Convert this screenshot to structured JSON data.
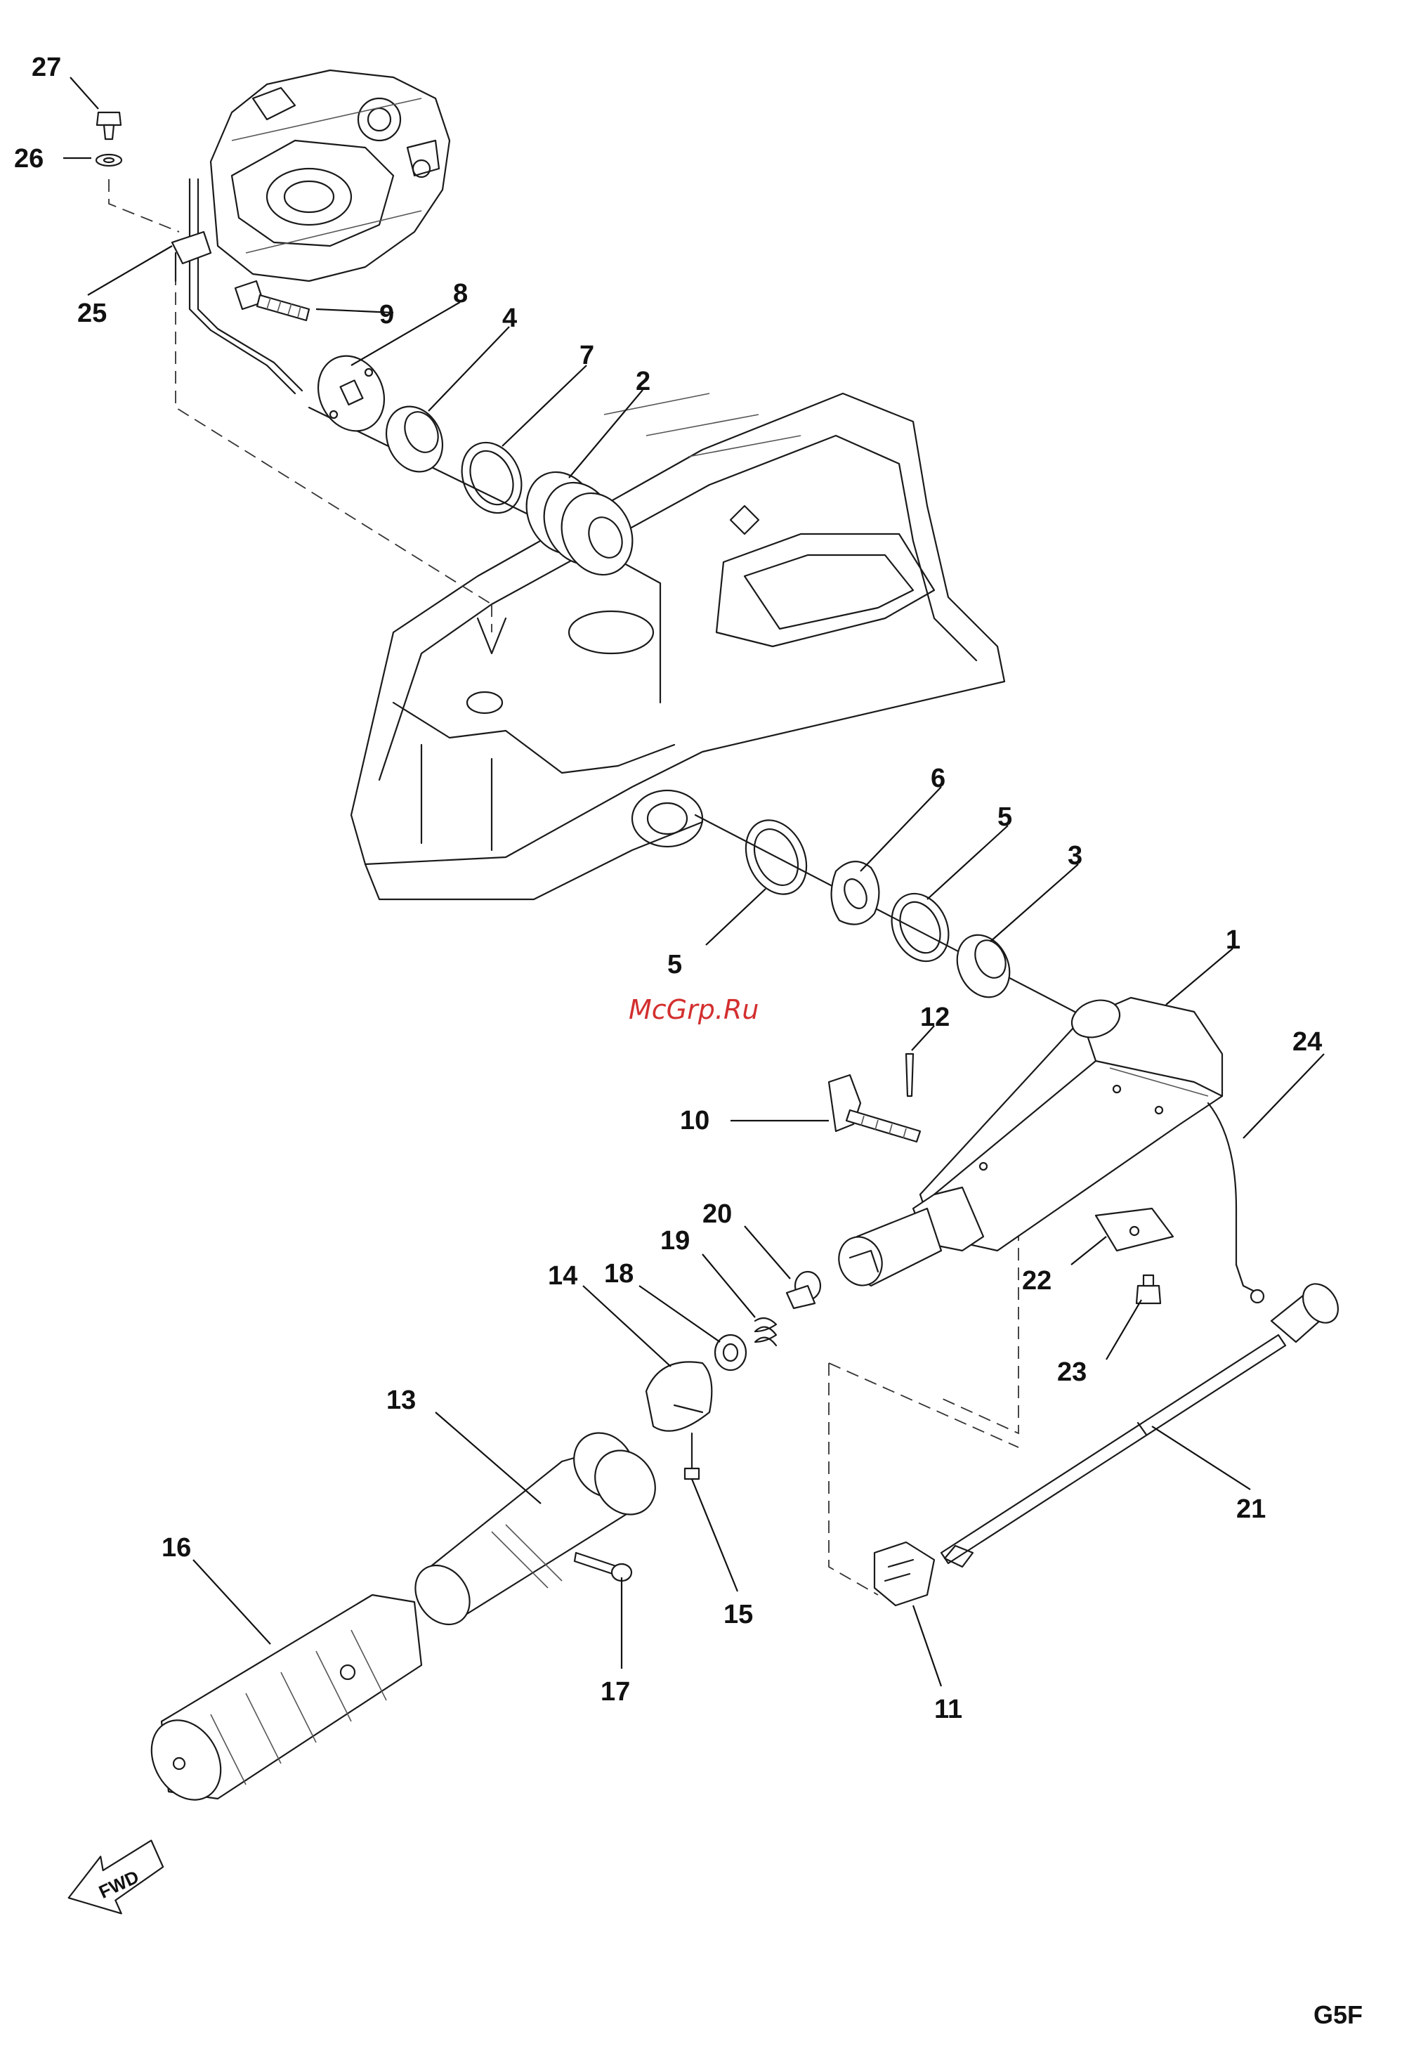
{
  "watermark": "McGrp.Ru",
  "diagram_code": "G5F",
  "fwd_label": "FWD",
  "callouts": [
    {
      "id": "1",
      "label": "1"
    },
    {
      "id": "2",
      "label": "2"
    },
    {
      "id": "3",
      "label": "3"
    },
    {
      "id": "4",
      "label": "4"
    },
    {
      "id": "5a",
      "label": "5"
    },
    {
      "id": "5b",
      "label": "5"
    },
    {
      "id": "6",
      "label": "6"
    },
    {
      "id": "7",
      "label": "7"
    },
    {
      "id": "8",
      "label": "8"
    },
    {
      "id": "9",
      "label": "9"
    },
    {
      "id": "10",
      "label": "10"
    },
    {
      "id": "11",
      "label": "11"
    },
    {
      "id": "12",
      "label": "12"
    },
    {
      "id": "13",
      "label": "13"
    },
    {
      "id": "14",
      "label": "14"
    },
    {
      "id": "15",
      "label": "15"
    },
    {
      "id": "16",
      "label": "16"
    },
    {
      "id": "17",
      "label": "17"
    },
    {
      "id": "18",
      "label": "18"
    },
    {
      "id": "19",
      "label": "19"
    },
    {
      "id": "20",
      "label": "20"
    },
    {
      "id": "21",
      "label": "21"
    },
    {
      "id": "22",
      "label": "22"
    },
    {
      "id": "23",
      "label": "23"
    },
    {
      "id": "24",
      "label": "24"
    },
    {
      "id": "25",
      "label": "25"
    },
    {
      "id": "26",
      "label": "26"
    },
    {
      "id": "27",
      "label": "27"
    }
  ]
}
